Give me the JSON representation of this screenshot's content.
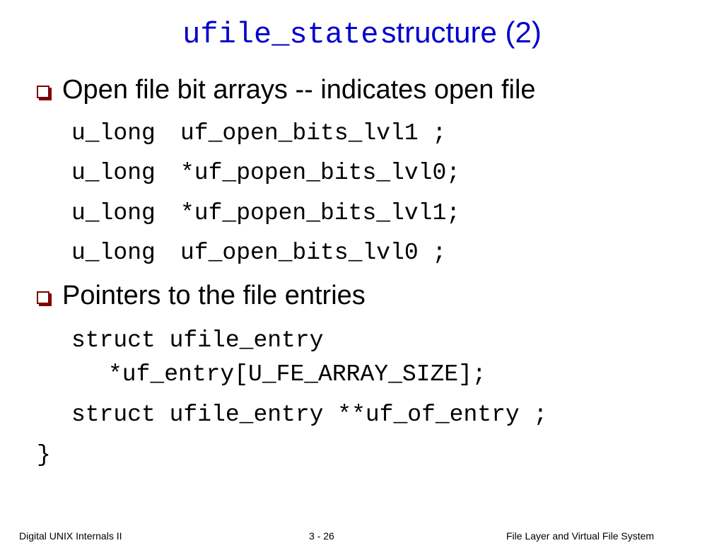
{
  "title": {
    "code_part": "ufile_state",
    "text_part": "structure (2)"
  },
  "bullets": [
    {
      "text": "Open file bit arrays -- indicates open file",
      "code_lines": [
        [
          "u_long",
          "uf_open_bits_lvl1 ;"
        ],
        [
          "u_long",
          "*uf_popen_bits_lvl0;"
        ],
        [
          "u_long",
          "*uf_popen_bits_lvl1;"
        ],
        [
          "u_long",
          "uf_open_bits_lvl0 ;"
        ]
      ]
    },
    {
      "text": "Pointers to the file entries",
      "code_lines": [
        "struct ufile_entry",
        "*uf_entry[U_FE_ARRAY_SIZE];",
        "struct ufile_entry **uf_of_entry ;"
      ]
    }
  ],
  "closing_brace": "}",
  "footer": {
    "left": "Digital UNIX Internals II",
    "center": "3 - 26",
    "right": "File Layer and Virtual File System"
  },
  "colors": {
    "title": "#0000cc",
    "bullet_box": "#800000"
  }
}
